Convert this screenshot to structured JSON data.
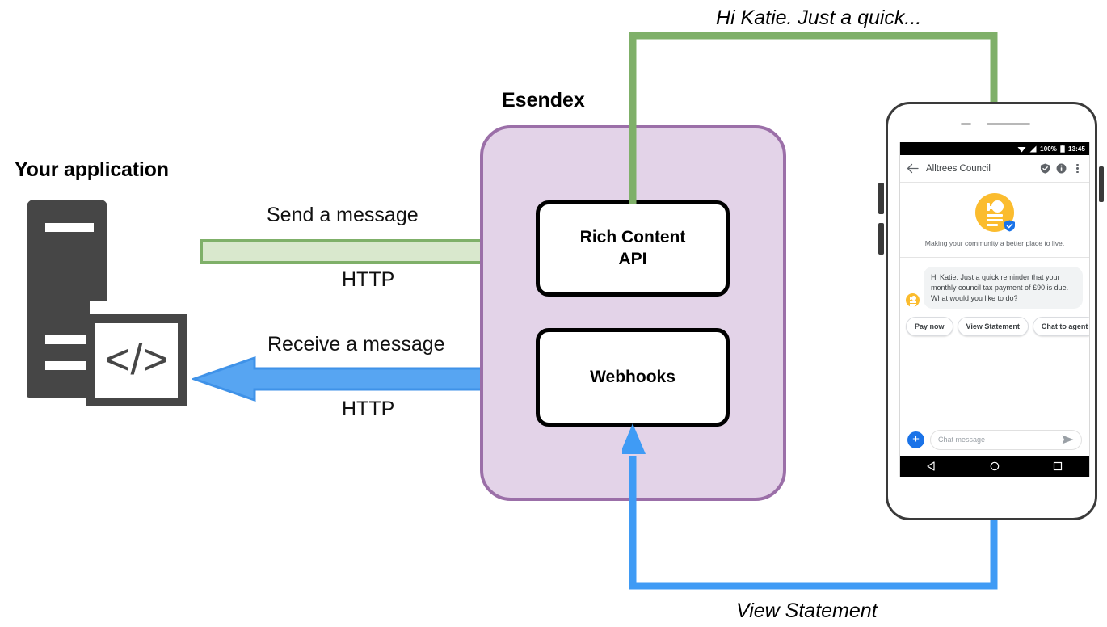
{
  "diagram": {
    "left_label": "Your application",
    "center_label": "Esendex",
    "boxes": {
      "rich_content_api": "Rich Content\nAPI",
      "rich_content_api_line1": "Rich Content",
      "rich_content_api_line2": "API",
      "webhooks": "Webhooks"
    },
    "arrows": {
      "send_label": "Send a message",
      "send_protocol": "HTTP",
      "receive_label": "Receive a message",
      "receive_protocol": "HTTP",
      "top_annotation": "Hi Katie. Just a quick...",
      "bottom_annotation": "View Statement"
    },
    "icons": {
      "code_glyph": "</>"
    },
    "colors": {
      "green": "#7fb069",
      "green_fill": "#d9e8cd",
      "blue": "#459bf0",
      "purple_border": "#9b6fa8",
      "purple_fill": "#e3d3e8",
      "server_gray": "#464646",
      "accent_yellow": "#fbbc2e",
      "accent_blue": "#1a73e8"
    }
  },
  "phone": {
    "statusbar": {
      "battery_percent": "100%",
      "time": "13:45"
    },
    "appbar": {
      "title": "Alltrees Council"
    },
    "brand": {
      "tagline": "Making your community a better place to live."
    },
    "conversation": {
      "message": "Hi Katie. Just a quick reminder that your monthly council tax payment of £90 is due. What would you like to do?",
      "chips": [
        "Pay now",
        "View Statement",
        "Chat to agent"
      ]
    },
    "composer": {
      "placeholder": "Chat message"
    }
  }
}
